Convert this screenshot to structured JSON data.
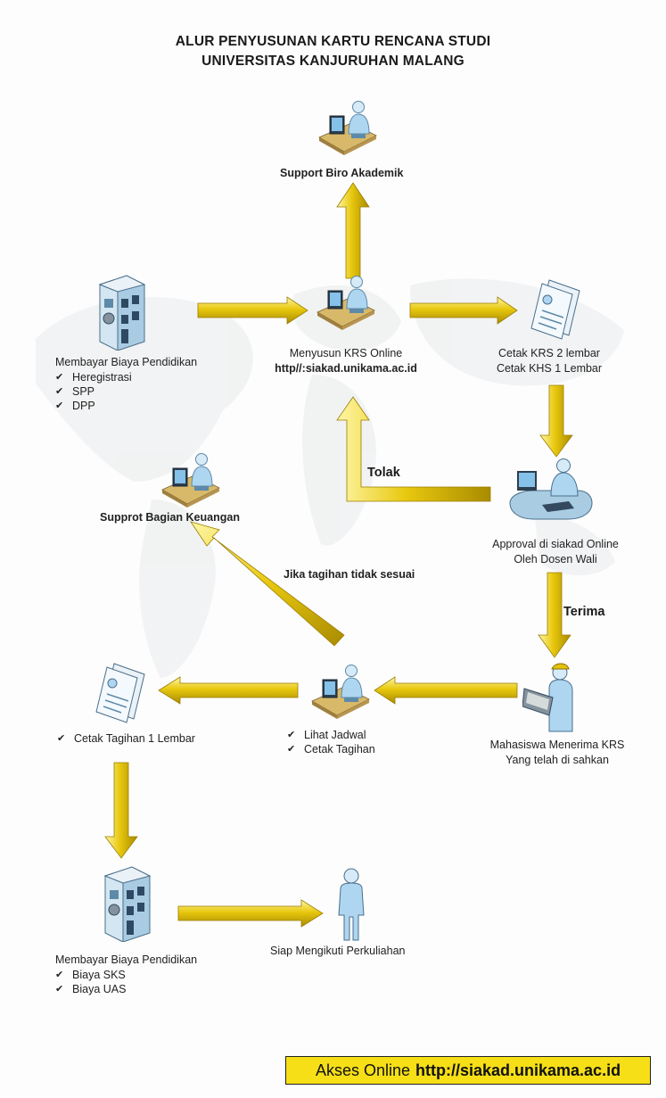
{
  "diagram": {
    "title_line1": "ALUR PENYUSUNAN KARTU RENCANA STUDI",
    "title_line2": "UNIVERSITAS KANJURUHAN MALANG",
    "nodes": {
      "support_biro": {
        "label": "Support Biro Akademik"
      },
      "membayar1": {
        "label": "Membayar Biaya Pendidikan",
        "items": [
          "Heregistrasi",
          "SPP",
          "DPP"
        ]
      },
      "menyusun": {
        "label": "Menyusun KRS Online",
        "url": "http//:siakad.unikama.ac.id"
      },
      "cetak_krs": {
        "line1": "Cetak KRS 2 lembar",
        "line2": "Cetak KHS 1 Lembar"
      },
      "support_keuangan": {
        "label": "Supprot Bagian Keuangan"
      },
      "approval": {
        "line1": "Approval di siakad Online",
        "line2": "Oleh Dosen Wali"
      },
      "cetak_tagihan": {
        "label": "Cetak Tagihan 1 Lembar"
      },
      "lihat": {
        "items": [
          "Lihat Jadwal",
          "Cetak Tagihan"
        ]
      },
      "mahasiswa": {
        "line1": "Mahasiswa Menerima KRS",
        "line2": "Yang telah di sahkan"
      },
      "membayar2": {
        "label": "Membayar Biaya Pendidikan",
        "items": [
          "Biaya SKS",
          "Biaya UAS"
        ]
      },
      "siap": {
        "label": "Siap Mengikuti Perkuliahan"
      }
    },
    "edge_labels": {
      "tolak": "Tolak",
      "terima": "Terima",
      "jika": "Jika tagihan tidak sesuai"
    },
    "footer": {
      "prefix": "Akses Online",
      "url": "http://siakad.unikama.ac.id"
    },
    "colors": {
      "arrow": "#e3c20d",
      "arrow_dark": "#a88a00",
      "footer_bg": "#f6df16",
      "icon_blue": "#9cc6e6"
    },
    "icons": {
      "support_biro": "workstation-user-icon",
      "membayar1": "building-icon",
      "menyusun": "workstation-user-icon",
      "cetak_krs": "documents-icon",
      "support_keuangan": "workstation-user-icon",
      "approval": "desk-computer-user-icon",
      "cetak_tagihan": "documents-icon",
      "lihat": "workstation-user-icon",
      "mahasiswa": "student-tablet-icon",
      "membayar2": "building-icon",
      "siap": "standing-person-icon"
    }
  }
}
